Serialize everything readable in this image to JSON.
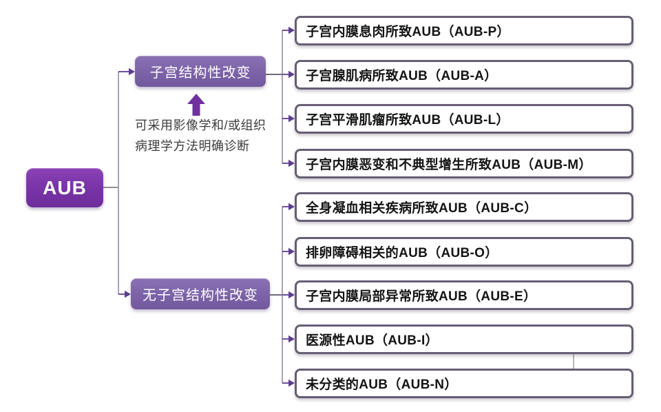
{
  "diagram": {
    "title": "AUB classification flowchart",
    "root": {
      "label": "AUB"
    },
    "annotation": {
      "line1": "可采用影像学和/或组织",
      "line2": "病理学方法明确诊断"
    },
    "branches": [
      {
        "label": "子宫结构性改变",
        "children": [
          {
            "label": "子宫内膜息肉所致AUB（AUB-P）"
          },
          {
            "label": "子宫腺肌病所致AUB（AUB-A）"
          },
          {
            "label": "子宫平滑肌瘤所致AUB（AUB-L）"
          },
          {
            "label": "子宫内膜恶变和不典型增生所致AUB（AUB-M）"
          }
        ]
      },
      {
        "label": "无子宫结构性改变",
        "children": [
          {
            "label": "全身凝血相关疾病所致AUB（AUB-C）"
          },
          {
            "label": "排卵障碍相关的AUB（AUB-O）"
          },
          {
            "label": "子宫内膜局部异常所致AUB（AUB-E）"
          },
          {
            "label": "医源性AUB（AUB-I）"
          },
          {
            "label": "未分类的AUB（AUB-N）"
          }
        ]
      }
    ],
    "colors": {
      "root_fill": "#7a35a8",
      "branch_fill": "#7d63a8",
      "leaf_border": "#675d73",
      "arrow": "#5e3d92",
      "trunk_line": "#938a9e",
      "block_arrow": "#7030a0"
    }
  }
}
